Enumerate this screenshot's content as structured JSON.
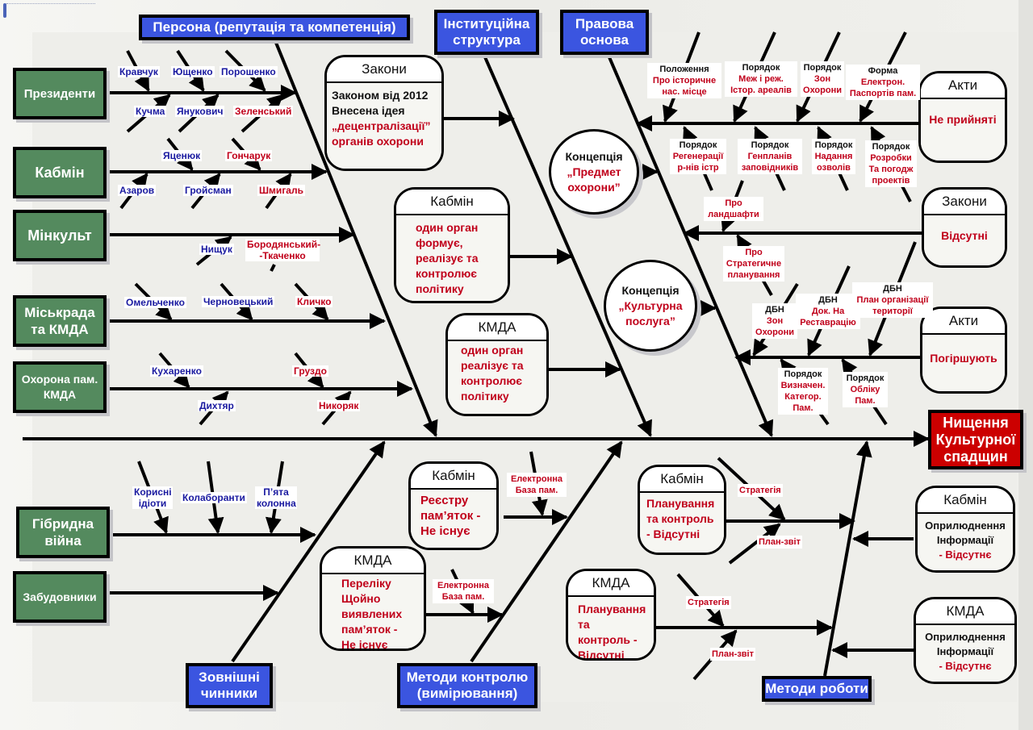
{
  "categories": {
    "persona": "Персона (репутація та компетенція)",
    "institutional": "Інституційна структура",
    "legal": "Правова основа",
    "external": "Зовнішні чинники",
    "control_methods": "Методи контролю (вимірювання)",
    "work_methods": "Методи роботи"
  },
  "effect": "Нищення Культурної спадщин",
  "sources": {
    "presidents": "Президенти",
    "cabinet": "Кабмін",
    "minculture": "Мінкульт",
    "city_council": "Міськрада та КМДА",
    "monument_protection": "Охорона пам. КМДА",
    "hybrid_war": "Гібридна війна",
    "developers": "Забудовники"
  },
  "names": {
    "presidents_top": [
      {
        "text": "Кравчук",
        "color": "blue"
      },
      {
        "text": "Ющенко",
        "color": "blue"
      },
      {
        "text": "Порошенко",
        "color": "blue"
      }
    ],
    "presidents_bottom": [
      {
        "text": "Кучма",
        "color": "blue"
      },
      {
        "text": "Янукович",
        "color": "blue"
      },
      {
        "text": "Зеленський",
        "color": "red"
      }
    ],
    "cabinet_top": [
      {
        "text": "Яценюк",
        "color": "blue"
      },
      {
        "text": "Гончарук",
        "color": "red"
      }
    ],
    "cabinet_bottom": [
      {
        "text": "Азаров",
        "color": "blue"
      },
      {
        "text": "Гройсман",
        "color": "blue"
      },
      {
        "text": "Шмигаль",
        "color": "red"
      }
    ],
    "minculture_bottom": [
      {
        "text": "Нищук",
        "color": "blue"
      },
      {
        "text": "Бородянський- -Ткаченко",
        "color": "red"
      }
    ],
    "city_top": [
      {
        "text": "Омельченко",
        "color": "blue"
      },
      {
        "text": "Черновецький",
        "color": "blue"
      },
      {
        "text": "Кличко",
        "color": "red"
      }
    ],
    "protection_top": [
      {
        "text": "Кухаренко",
        "color": "blue"
      },
      {
        "text": "Груздо",
        "color": "red"
      }
    ],
    "protection_bottom": [
      {
        "text": "Дихтяр",
        "color": "blue"
      },
      {
        "text": "Никоряк",
        "color": "red"
      }
    ],
    "hybrid": [
      {
        "text": "Корисні ідіоти",
        "color": "blue"
      },
      {
        "text": "Колаборанти",
        "color": "blue"
      },
      {
        "text": "П’ята колонна",
        "color": "blue"
      }
    ]
  },
  "boxes": {
    "laws_2012": {
      "header": "Закони",
      "line1": "Законом від 2012",
      "line2": "Внесена ідея",
      "line3": "„децентралізації”",
      "line4": "органів охорони"
    },
    "cabinet_policy": {
      "header": "Кабмін",
      "body": "один орган формує, реалізує та контролює політику"
    },
    "kmda_policy": {
      "header": "КМДА",
      "body": "один орган реалізує та контролює політику"
    },
    "cabinet_registry": {
      "header": "Кабмін",
      "body": "Реєстру пам’яток - Не існує"
    },
    "kmda_list": {
      "header": "КМДА",
      "body": "Переліку Щойно виявлених пам’яток - Не існує"
    },
    "cabinet_planning": {
      "header": "Кабмін",
      "body": "Планування та контроль - Відсутні"
    },
    "kmda_planning": {
      "header": "КМДА",
      "body": "Планування та контроль - Відсутні"
    },
    "acts_not_adopted": {
      "header": "Акти",
      "body": "Не прийняті"
    },
    "laws_absent": {
      "header": "Закони",
      "body": "Відсутні"
    },
    "acts_worsen": {
      "header": "Акти",
      "body": "Погіршують"
    },
    "cabinet_info": {
      "header": "Кабмін",
      "line1": "Оприлюднення",
      "line2": "Інформації",
      "line3": "- Відсутнє"
    },
    "kmda_info": {
      "header": "КМДА",
      "line1": "Оприлюднення",
      "line2": "Інформації",
      "line3": "- Відсутнє"
    }
  },
  "concepts": {
    "subject": {
      "title": "Концепція",
      "value": "„Предмет охорони”"
    },
    "service": {
      "title": "Концепція",
      "value": "„Культурна послуга”"
    }
  },
  "legal_labels": {
    "acts_top": [
      {
        "head": "Положення",
        "body": "Про історичне нас. місце"
      },
      {
        "head": "Порядок",
        "body": "Меж і реж. Істор. ареалів"
      },
      {
        "head": "Порядок",
        "body": "Зон Охорони"
      },
      {
        "head": "Форма",
        "body": "Електрон. Паспортів пам."
      }
    ],
    "acts_bottom": [
      {
        "head": "Порядок",
        "body": "Регенерації р-нів істр"
      },
      {
        "head": "Порядок",
        "body": "Генпланів заповідників"
      },
      {
        "head": "Порядок",
        "body": "Надання озволів"
      },
      {
        "head": "Порядок",
        "body": "Розробки Та погодж проектів"
      }
    ],
    "laws": [
      {
        "head": "",
        "body": "Про ландшафти"
      },
      {
        "head": "",
        "body": "Про Стратегичне планування"
      }
    ],
    "worsen_top": [
      {
        "head": "ДБН",
        "body": "Зон Охорони"
      },
      {
        "head": "ДБН",
        "body": "Док. На Реставрацію"
      },
      {
        "head": "ДБН",
        "body": "План організації території"
      }
    ],
    "worsen_bottom": [
      {
        "head": "Порядок",
        "body": "Визначен. Категор. Пам."
      },
      {
        "head": "Порядок",
        "body": "Обліку Пам."
      }
    ]
  },
  "control_labels": {
    "registry_db": "Електронна База пам.",
    "list_db": "Електронна База пам.",
    "strategy": "Стратегія",
    "plan_report": "План-звіт"
  },
  "colors": {
    "category_blue": "#3b55e0",
    "source_green": "#548a5e",
    "effect_red": "#cc0000",
    "text_red": "#c0001a",
    "text_blue": "#1a1aa0"
  }
}
